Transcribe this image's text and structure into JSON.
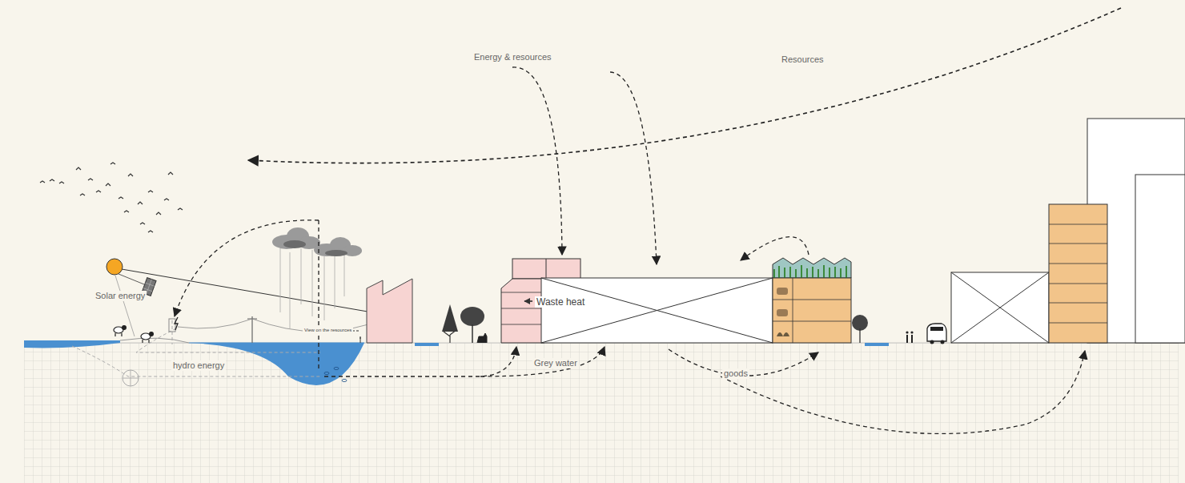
{
  "diagram": {
    "labels": [
      "Energy & resources",
      "Resources",
      "Solar energy",
      "Waste heat",
      "View on the resources",
      "hydro energy",
      "Grey water",
      "goods"
    ]
  }
}
